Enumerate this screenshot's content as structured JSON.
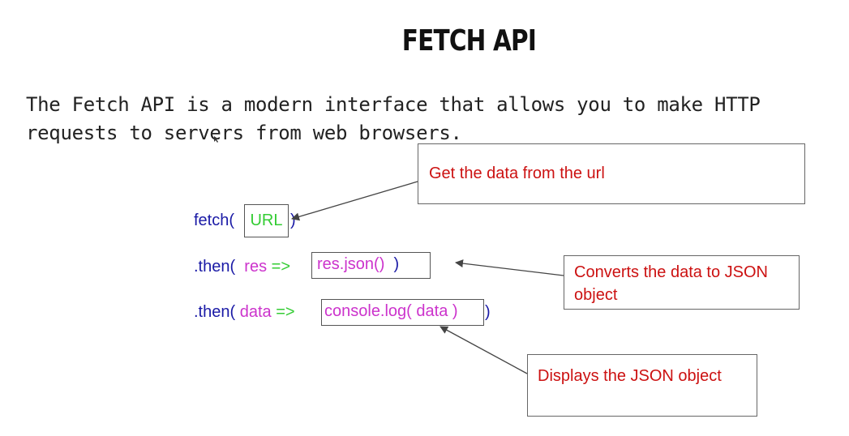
{
  "title": "FETCH API",
  "intro": "The Fetch API is a modern interface that allows you to make HTTP requests to servers from web browsers.",
  "code": {
    "line1": {
      "fn": "fetch(",
      "arg": "URL",
      "close": ")"
    },
    "line2": {
      "fn": ".then(",
      "param": "res",
      "arrow": "=>",
      "body": "res.json()",
      "close": ")"
    },
    "line3": {
      "fn": ".then(",
      "param": "data",
      "arrow": "=>",
      "body": "console.log( data )",
      "close": ")"
    }
  },
  "notes": {
    "get_data": "Get the data from the url",
    "converts": "Converts the data to JSON object",
    "displays": "Displays the JSON object"
  },
  "colors": {
    "keyword": "#1a1aa6",
    "param": "#cc33cc",
    "arrow": "#33cc33",
    "url": "#33cc33",
    "note_text": "#cc1111"
  }
}
